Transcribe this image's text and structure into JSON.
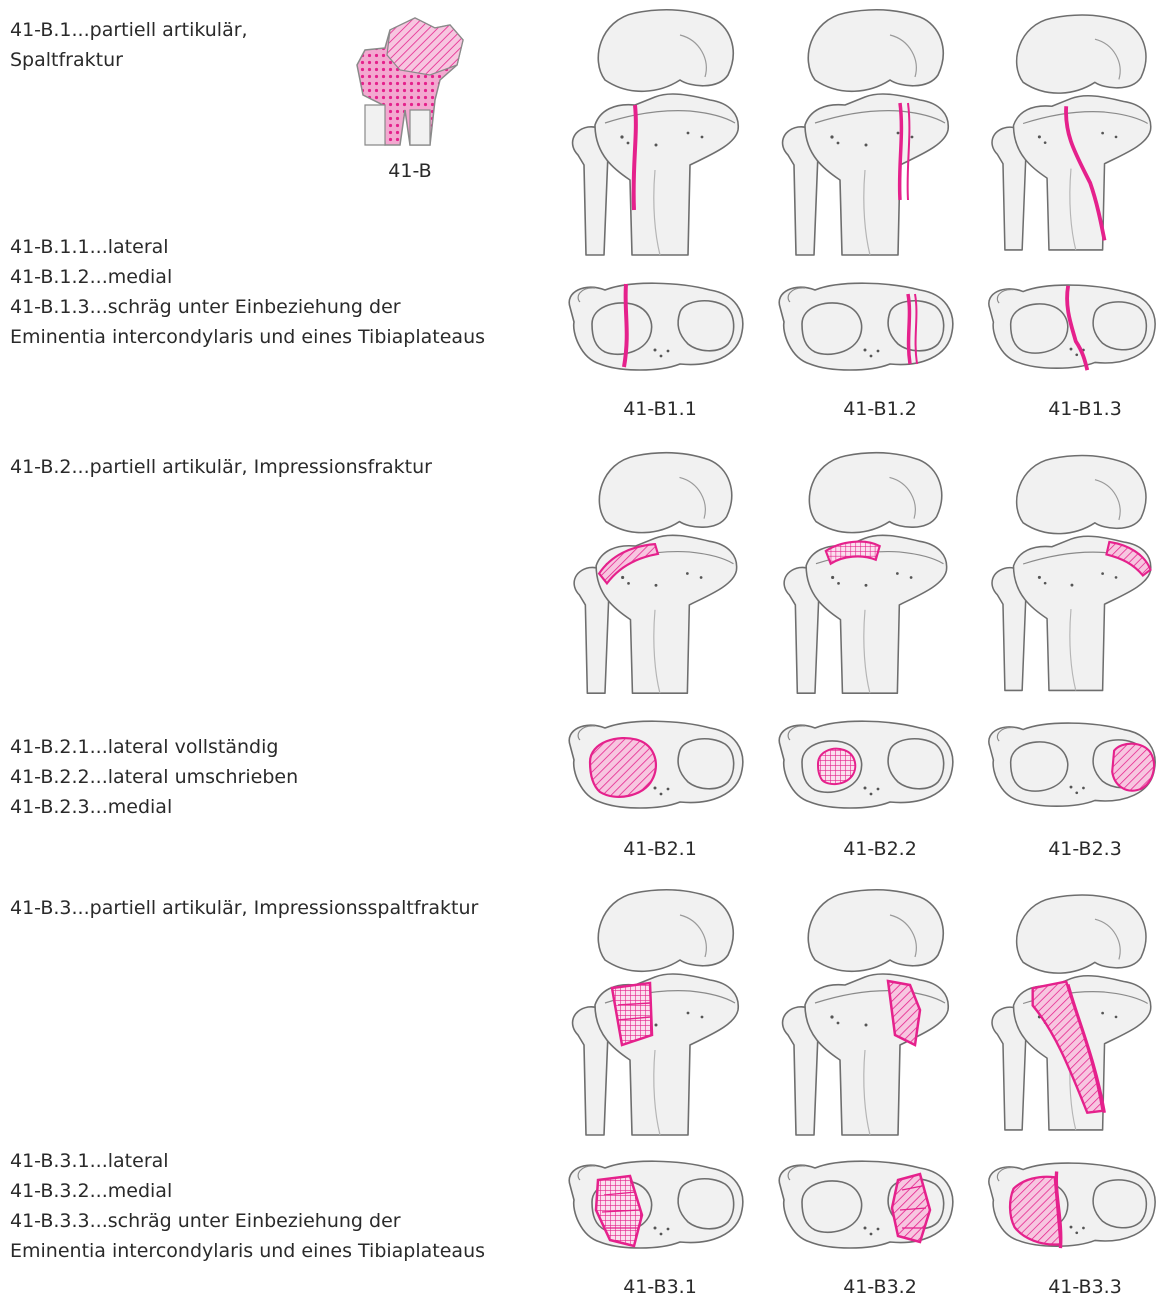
{
  "colors": {
    "fracture": "#e5218c",
    "bone_fill": "#f1f1f1",
    "bone_stroke": "#6e6e6e"
  },
  "overview": {
    "label": "41-B"
  },
  "sections": [
    {
      "heading": [
        "41-B.1...partiell artikulär,",
        "Spaltfraktur"
      ],
      "subtypes": [
        "41-B.1.1...lateral",
        "41-B.1.2...medial",
        "41-B.1.3...schräg unter Einbeziehung der",
        "Eminentia intercondylaris und eines Tibiaplateaus"
      ],
      "figures": [
        {
          "label": "41-B1.1",
          "fracture": "split-lateral"
        },
        {
          "label": "41-B1.2",
          "fracture": "split-medial"
        },
        {
          "label": "41-B1.3",
          "fracture": "split-oblique"
        }
      ]
    },
    {
      "heading": [
        "41-B.2...partiell artikulär, Impressionsfraktur"
      ],
      "subtypes": [
        "41-B.2.1...lateral vollständig",
        "41-B.2.2...lateral umschrieben",
        "41-B.2.3...medial"
      ],
      "figures": [
        {
          "label": "41-B2.1",
          "fracture": "depression-lateral-total"
        },
        {
          "label": "41-B2.2",
          "fracture": "depression-lateral-central"
        },
        {
          "label": "41-B2.3",
          "fracture": "depression-medial"
        }
      ]
    },
    {
      "heading": [
        "41-B.3...partiell artikulär, Impressionsspaltfraktur"
      ],
      "subtypes": [
        "41-B.3.1...lateral",
        "41-B.3.2...medial",
        "41-B.3.3...schräg unter Einbeziehung der",
        "Eminentia intercondylaris und eines Tibiaplateaus"
      ],
      "figures": [
        {
          "label": "41-B3.1",
          "fracture": "split-depression-lateral"
        },
        {
          "label": "41-B3.2",
          "fracture": "split-depression-medial"
        },
        {
          "label": "41-B3.3",
          "fracture": "split-depression-oblique"
        }
      ]
    }
  ]
}
